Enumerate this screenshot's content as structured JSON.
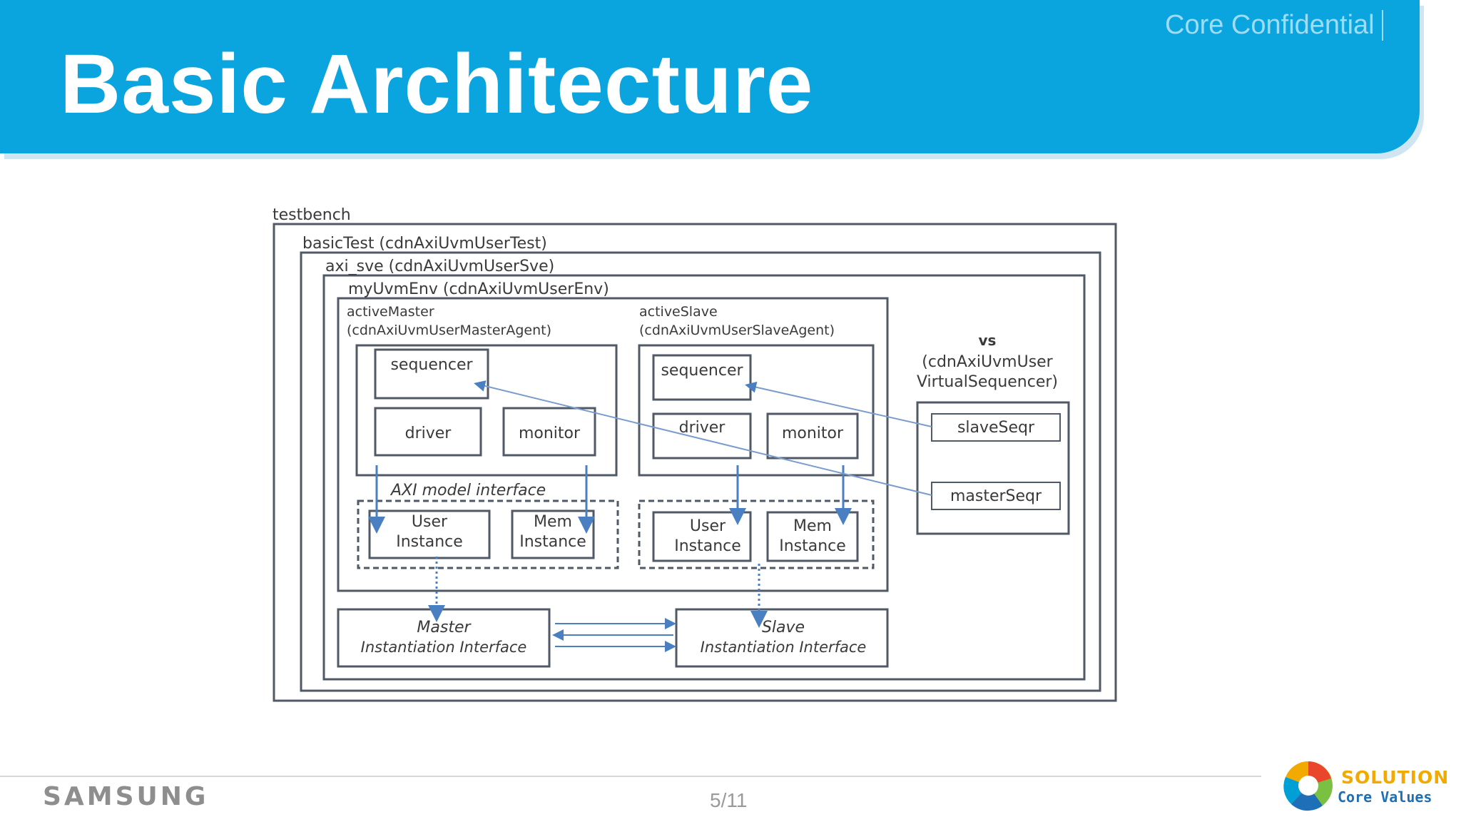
{
  "slide": {
    "title": "Basic Architecture",
    "confidential": "Core Confidential",
    "brand": "SAMSUNG",
    "page": "5/11",
    "logo_word1": "SOLUTION",
    "logo_word2": "Core Values"
  },
  "diagram": {
    "testbench": "testbench",
    "basic_test": "basicTest (cdnAxiUvmUserTest)",
    "axi_sve": "axi_sve (cdnAxiUvmUserSve)",
    "env": "myUvmEnv (cdnAxiUvmUserEnv)",
    "master_agent_name": "activeMaster",
    "master_agent_class": "(cdnAxiUvmUserMasterAgent)",
    "slave_agent_name": "activeSlave",
    "slave_agent_class": "(cdnAxiUvmUserSlaveAgent)",
    "sequencer": "sequencer",
    "driver": "driver",
    "monitor": "monitor",
    "axi_model_interface": "AXI model interface",
    "user": "User",
    "mem": "Mem",
    "instance": "Instance",
    "vs_label": "vs",
    "vs_class1": "(cdnAxiUvmUser",
    "vs_class2": "VirtualSequencer)",
    "slave_seqr": "slaveSeqr",
    "master_seqr": "masterSeqr",
    "master_ii_1": "Master",
    "slave_ii_1": "Slave",
    "ii_2": "Instantiation Interface"
  },
  "colors": {
    "header": "#0aa4df",
    "box_stroke": "#505a66",
    "arrow": "#4a7fc1"
  }
}
